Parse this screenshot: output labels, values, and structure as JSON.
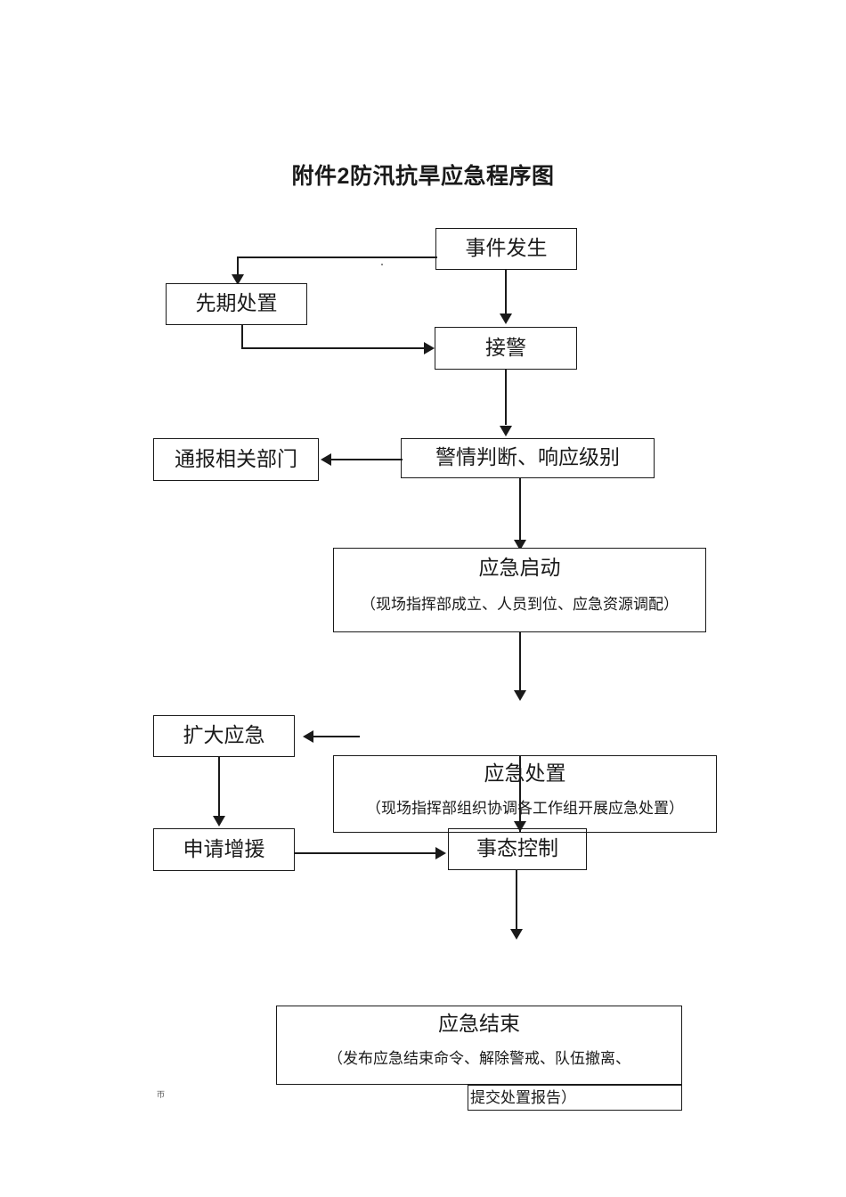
{
  "document": {
    "title": "附件2防汛抗旱应急程序图"
  },
  "flowchart": {
    "type": "flowchart",
    "orientation": "top-to-bottom",
    "nodes": [
      {
        "id": "event",
        "label": "事件发生",
        "sub": ""
      },
      {
        "id": "initial",
        "label": "先期处置",
        "sub": ""
      },
      {
        "id": "receive",
        "label": "接警",
        "sub": ""
      },
      {
        "id": "notify",
        "label": "通报相关部门",
        "sub": ""
      },
      {
        "id": "judge",
        "label": "警情判断、响应级别",
        "sub": ""
      },
      {
        "id": "activate",
        "label": "应急启动",
        "sub": "（现场指挥部成立、人员到位、应急资源调配）"
      },
      {
        "id": "expand",
        "label": "扩大应急",
        "sub": ""
      },
      {
        "id": "reinforce",
        "label": "申请增援",
        "sub": ""
      },
      {
        "id": "disposal",
        "label": "应急处置",
        "sub": "（现场指挥部组织协调各工作组开展应急处置）"
      },
      {
        "id": "control",
        "label": "事态控制",
        "sub": ""
      },
      {
        "id": "finish",
        "label": "应急结束",
        "sub": "（发布应急结束命令、解除警戒、队伍撤离、"
      },
      {
        "id": "report",
        "label": "提交处置报告）",
        "sub": ""
      }
    ],
    "edges": [
      {
        "from": "event",
        "to": "initial",
        "style": "elbow-left-down"
      },
      {
        "from": "event",
        "to": "receive",
        "style": "straight-down"
      },
      {
        "from": "initial",
        "to": "receive",
        "style": "elbow-down-right"
      },
      {
        "from": "receive",
        "to": "judge",
        "style": "straight-down"
      },
      {
        "from": "judge",
        "to": "notify",
        "style": "straight-left"
      },
      {
        "from": "judge",
        "to": "activate",
        "style": "straight-down"
      },
      {
        "from": "activate",
        "to": "control",
        "style": "straight-down"
      },
      {
        "from": "expand",
        "to": "reinforce",
        "style": "straight-down"
      },
      {
        "from": "reinforce",
        "to": "control",
        "style": "straight-right"
      },
      {
        "from": "disposal",
        "to": "expand",
        "style": "straight-left"
      },
      {
        "from": "control",
        "to": "finish",
        "style": "straight-down"
      }
    ]
  },
  "artifacts": {
    "stray_glyph": "帀"
  },
  "colors": {
    "ink": "#1a1a1a",
    "background": "#ffffff"
  }
}
